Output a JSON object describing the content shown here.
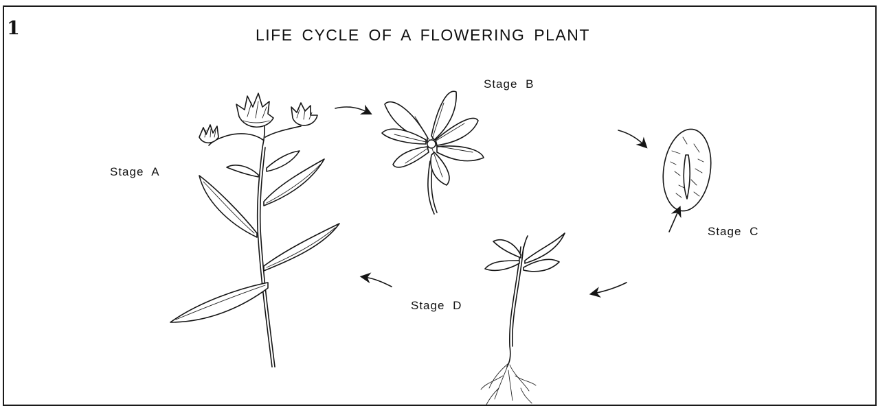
{
  "figure": {
    "number": "1",
    "title": "LIFE CYCLE OF A FLOWERING PLANT"
  },
  "stages": {
    "a": {
      "label": "Stage A",
      "depicts": "mature-flowering-plant"
    },
    "b": {
      "label": "Stage B",
      "depicts": "flower"
    },
    "c": {
      "label": "Stage C",
      "depicts": "seed"
    },
    "d": {
      "label": "Stage D",
      "depicts": "seedling"
    }
  },
  "cycle_order": [
    "a",
    "b",
    "c",
    "d"
  ],
  "colors": {
    "ink": "#151515",
    "background": "#ffffff"
  }
}
